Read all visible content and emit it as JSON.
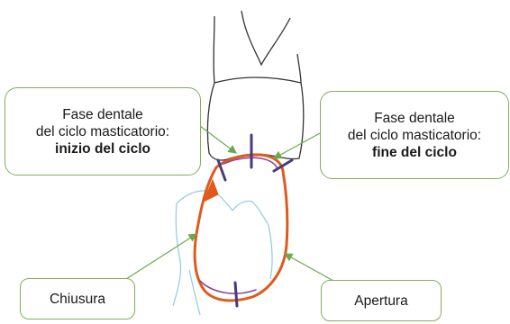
{
  "callouts": {
    "start": {
      "line1": "Fase dentale",
      "line2": "del ciclo masticatorio:",
      "line3": "inizio del ciclo"
    },
    "end": {
      "line1": "Fase dentale",
      "line2": "del ciclo masticatorio:",
      "line3": "fine del ciclo"
    },
    "closing": {
      "label": "Chiusura"
    },
    "opening": {
      "label": "Apertura"
    }
  },
  "colors": {
    "tooth_outline": "#333333",
    "lower_tooth_outline": "#8fcbe0",
    "cycle_orange": "#e05a1e",
    "cycle_purple": "#8a4a9a",
    "tick_marks": "#4a3a7a",
    "leader_lines": "#6aa84f",
    "callout_border": "#7fb05a"
  }
}
